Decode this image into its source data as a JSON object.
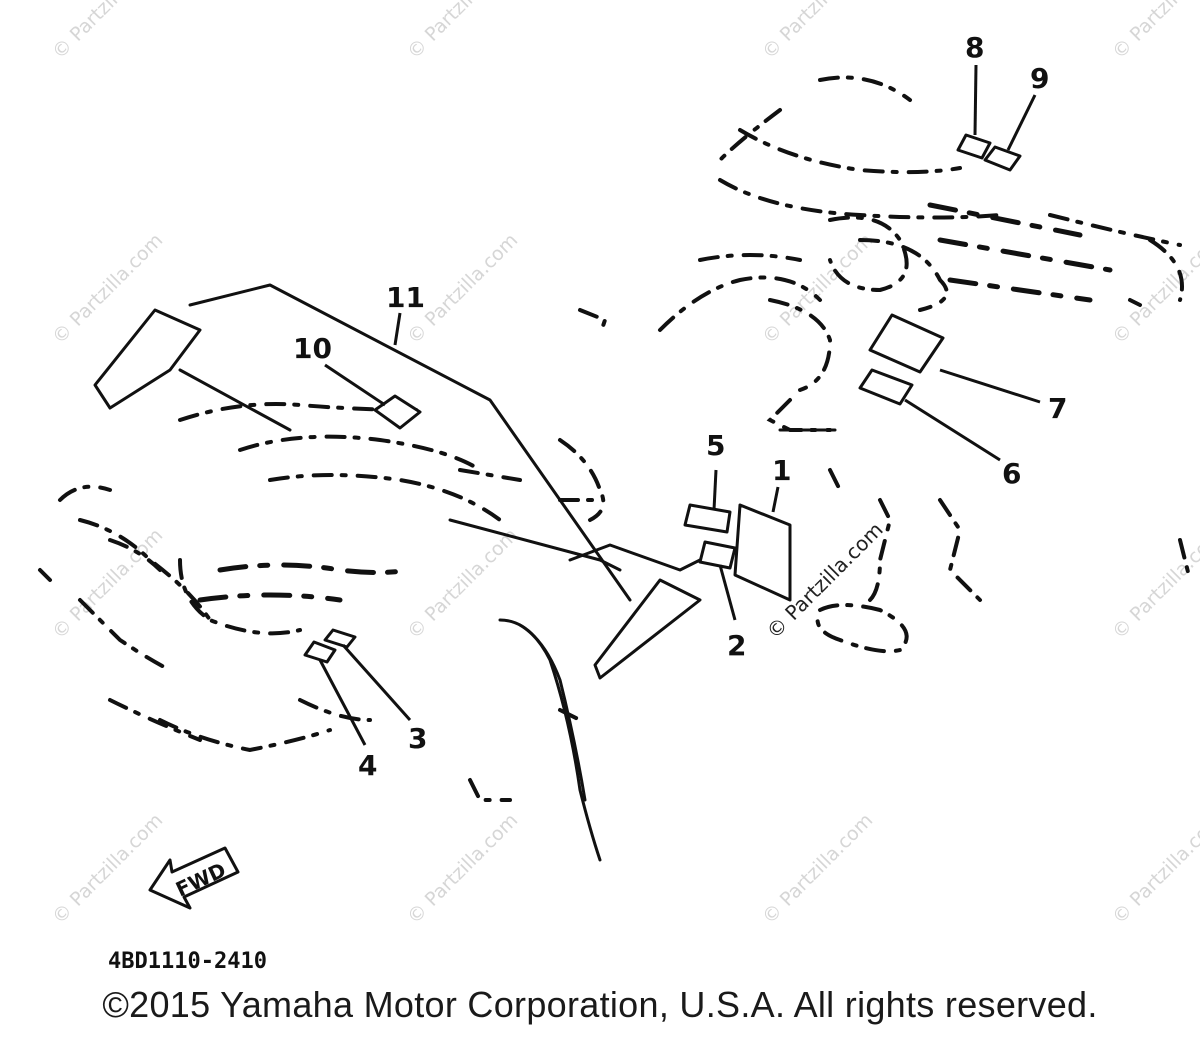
{
  "diagram": {
    "part_code": "4BD1110-2410",
    "fwd_label": "FWD",
    "callouts": [
      "1",
      "2",
      "3",
      "4",
      "5",
      "6",
      "7",
      "8",
      "9",
      "10",
      "11"
    ],
    "watermark_text": "© Partzilla.com"
  },
  "footer": {
    "copyright": "©2015 Yamaha Motor Corporation, U.S.A. All rights reserved."
  }
}
